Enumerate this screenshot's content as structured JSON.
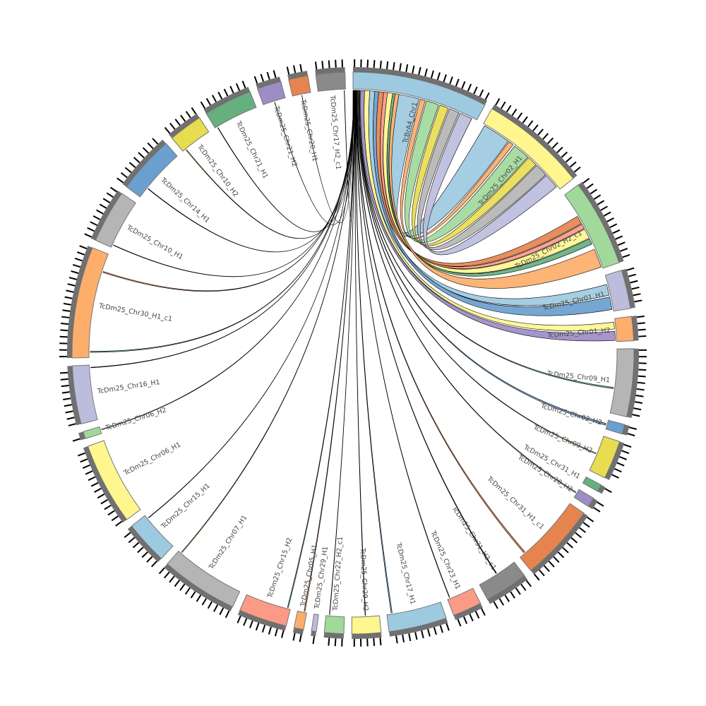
{
  "chart_data": {
    "type": "chord",
    "title": "",
    "sectors": [
      {
        "label": "TcBrA4_Chr1",
        "length": 28,
        "color": "#9ecae1"
      },
      {
        "label": "TcDm25_Chr02_H1",
        "length": 22,
        "color": "#fff68f"
      },
      {
        "label": "TcDm25_Chr02_H2_c1",
        "length": 18,
        "color": "#a1d99b"
      },
      {
        "label": "TcDm25_Chr01_H1",
        "length": 8,
        "color": "#bcbddc"
      },
      {
        "label": "TcDm25_Chr01_H2",
        "length": 5,
        "color": "#fdae6b"
      },
      {
        "label": "TcDm25_Chr09_H1",
        "length": 14,
        "color": "#b5b5b5"
      },
      {
        "label": "TcDm25_Chr02_H2",
        "length": 2,
        "color": "#6a9fcf"
      },
      {
        "label": "TcDm25_Chr09_H2",
        "length": 8,
        "color": "#e8dc50"
      },
      {
        "label": "TcDm25_Chr31_H1",
        "length": 1.5,
        "color": "#66b07f"
      },
      {
        "label": "TcDm25_Chr20_H2",
        "length": 2,
        "color": "#9e8cc4"
      },
      {
        "label": "TcDm25_Chr31_H1_c1",
        "length": 16,
        "color": "#e6844f"
      },
      {
        "label": "TcDm25_Chr31_H2_c1",
        "length": 9,
        "color": "#8a8a8a"
      },
      {
        "label": "TcDm25_Chr23_H1",
        "length": 6,
        "color": "#fb9a85"
      },
      {
        "label": "TcDm25_Chr17_H1",
        "length": 12,
        "color": "#9ecae1"
      },
      {
        "label": "TcDm25_Chr29_H2",
        "length": 6,
        "color": "#fff68f"
      },
      {
        "label": "TcDm25_Chr22_H2_c1",
        "length": 4,
        "color": "#a1d99b"
      },
      {
        "label": "TcDm25_Chr29_H1",
        "length": 1,
        "color": "#bcbddc"
      },
      {
        "label": "TcDm25_Chr05_H1",
        "length": 2,
        "color": "#fdae6b"
      },
      {
        "label": "TcDm25_Chr15_H2",
        "length": 10,
        "color": "#fb9a85"
      },
      {
        "label": "TcDm25_Chr07_H1",
        "length": 16,
        "color": "#b5b5b5"
      },
      {
        "label": "TcDm25_Chr15_H1",
        "length": 9,
        "color": "#9ecae1"
      },
      {
        "label": "TcDm25_Chr06_H1",
        "length": 17,
        "color": "#fff68f"
      },
      {
        "label": "TcDm25_Chr06_H2",
        "length": 1.5,
        "color": "#a1d99b"
      },
      {
        "label": "TcDm25_Chr16_H1",
        "length": 12,
        "color": "#bcbddc"
      },
      {
        "label": "TcDm25_Chr30_H1_c1",
        "length": 23,
        "color": "#fdae6b"
      },
      {
        "label": "TcDm25_Chr10_H1",
        "length": 11,
        "color": "#b5b5b5"
      },
      {
        "label": "TcDm25_Chr14_H1",
        "length": 12,
        "color": "#6a9fcf"
      },
      {
        "label": "TcDm25_Chr10_H2",
        "length": 7,
        "color": "#e8dc50"
      },
      {
        "label": "TcDm25_Chr21_H1",
        "length": 10,
        "color": "#66b07f"
      },
      {
        "label": "TcDm25_Chr21_H2",
        "length": 5,
        "color": "#9e8cc4"
      },
      {
        "label": "TcDm25_Chr20_H1",
        "length": 4,
        "color": "#e6844f"
      },
      {
        "label": "TcDm25_Chr17_H2_c1",
        "length": 6,
        "color": "#8a8a8a"
      }
    ],
    "chords": [
      [
        0,
        0.36,
        0.52,
        1,
        0.02,
        0.3,
        "#9ecae1"
      ],
      [
        0,
        0.53,
        0.57,
        1,
        0.31,
        0.36,
        "#fdae6b"
      ],
      [
        0,
        0.58,
        0.68,
        1,
        0.38,
        0.55,
        "#a1d99b"
      ],
      [
        0,
        0.69,
        0.76,
        1,
        0.56,
        0.66,
        "#e8dc50"
      ],
      [
        0,
        0.77,
        0.85,
        1,
        0.67,
        0.8,
        "#b5b5b5"
      ],
      [
        0,
        0.86,
        0.96,
        1,
        0.81,
        0.96,
        "#bcbddc"
      ],
      [
        0,
        0.2,
        0.24,
        2,
        0.3,
        0.4,
        "#e6844f"
      ],
      [
        0,
        0.24,
        0.27,
        2,
        0.41,
        0.47,
        "#fb9a85"
      ],
      [
        0,
        0.27,
        0.31,
        2,
        0.48,
        0.6,
        "#fff68f"
      ],
      [
        0,
        0.31,
        0.33,
        2,
        0.61,
        0.68,
        "#66b07f"
      ],
      [
        0,
        0.33,
        0.36,
        2,
        0.75,
        0.98,
        "#fdae6b"
      ],
      [
        0,
        0.13,
        0.17,
        3,
        0.25,
        0.55,
        "#9ecae1"
      ],
      [
        0,
        0.17,
        0.2,
        3,
        0.6,
        0.95,
        "#6a9fcf"
      ],
      [
        0,
        0.09,
        0.13,
        4,
        0.15,
        0.45,
        "#fff68f"
      ],
      [
        0,
        0.06,
        0.09,
        4,
        0.55,
        0.95,
        "#9e8cc4"
      ],
      [
        0,
        0.05,
        0.055,
        5,
        0.6,
        0.62,
        "#66b07f"
      ],
      [
        0,
        0.045,
        0.05,
        6,
        0.4,
        0.6,
        "#6a9fcf"
      ],
      [
        0,
        0.04,
        0.045,
        7,
        0.5,
        0.52,
        "#e8dc50"
      ],
      [
        0,
        0.035,
        0.04,
        9,
        0.4,
        0.5,
        "#9e8cc4"
      ],
      [
        0,
        0.03,
        0.034,
        10,
        0.9,
        0.92,
        "#e6844f"
      ],
      [
        0,
        0.028,
        0.031,
        11,
        0.5,
        0.52,
        "#000000"
      ],
      [
        0,
        0.025,
        0.028,
        12,
        0.9,
        0.92,
        "#e6844f"
      ],
      [
        0,
        0.022,
        0.025,
        13,
        0.9,
        0.92,
        "#6a9fcf"
      ],
      [
        0,
        0.02,
        0.022,
        14,
        0.5,
        0.52,
        "#66b07f"
      ],
      [
        0,
        0.018,
        0.02,
        15,
        0.8,
        0.82,
        "#9e8cc4"
      ],
      [
        0,
        0.016,
        0.018,
        17,
        0.2,
        0.3,
        "#e6844f"
      ],
      [
        0,
        0.014,
        0.016,
        18,
        0.05,
        0.07,
        "#66b07f"
      ],
      [
        0,
        0.012,
        0.014,
        19,
        0.95,
        0.96,
        "#e8dc50"
      ],
      [
        0,
        0.011,
        0.012,
        20,
        0.9,
        0.91,
        "#000000"
      ],
      [
        0,
        0.01,
        0.011,
        22,
        0.5,
        0.6,
        "#a1d99b"
      ],
      [
        0,
        0.009,
        0.01,
        23,
        0.95,
        0.96,
        "#000000"
      ],
      [
        0,
        0.008,
        0.009,
        24,
        0.05,
        0.06,
        "#66b07f"
      ],
      [
        0,
        0.007,
        0.008,
        24,
        0.82,
        0.83,
        "#e6844f"
      ],
      [
        0,
        0.006,
        0.007,
        25,
        0.05,
        0.06,
        "#000000"
      ],
      [
        0,
        0.005,
        0.006,
        26,
        0.2,
        0.21,
        "#000000"
      ],
      [
        0,
        0.004,
        0.005,
        27,
        0.1,
        0.12,
        "#e8dc50"
      ],
      [
        0,
        0.003,
        0.004,
        28,
        0.05,
        0.06,
        "#66b07f"
      ],
      [
        0,
        0.002,
        0.003,
        29,
        0.5,
        0.51,
        "#000000"
      ],
      [
        0,
        0.001,
        0.002,
        30,
        0.5,
        0.51,
        "#000000"
      ],
      [
        0,
        0.0,
        0.001,
        31,
        0.95,
        0.96,
        "#000000"
      ]
    ]
  }
}
